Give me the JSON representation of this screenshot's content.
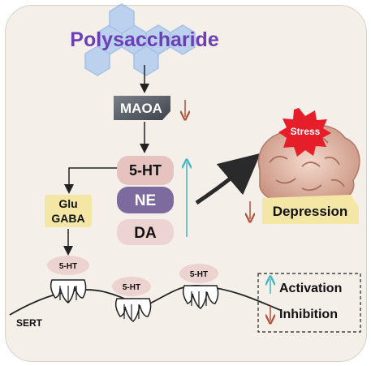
{
  "title": "Polysaccharide",
  "enzyme": "MAOA",
  "neurotransmitters": [
    "5-HT",
    "NE",
    "DA"
  ],
  "glu_gaba": [
    "Glu",
    "GABA"
  ],
  "stress": "Stress",
  "outcome": "Depression",
  "receptor_labels": [
    "5-HT",
    "5-HT",
    "5-HT"
  ],
  "transporter": "SERT",
  "legend": {
    "activation": "Activation",
    "inhibition": "Inhibition"
  },
  "colors": {
    "title": "#6b3fb5",
    "activation": "#3bb5c0",
    "inhibition": "#b0523a",
    "maoa_box": "#555a63",
    "ht_pill": "#e7c3c0",
    "ne_pill": "#7d6a9e",
    "da_pill": "#eed3d3",
    "yellow_box": "#f4e7a6"
  }
}
